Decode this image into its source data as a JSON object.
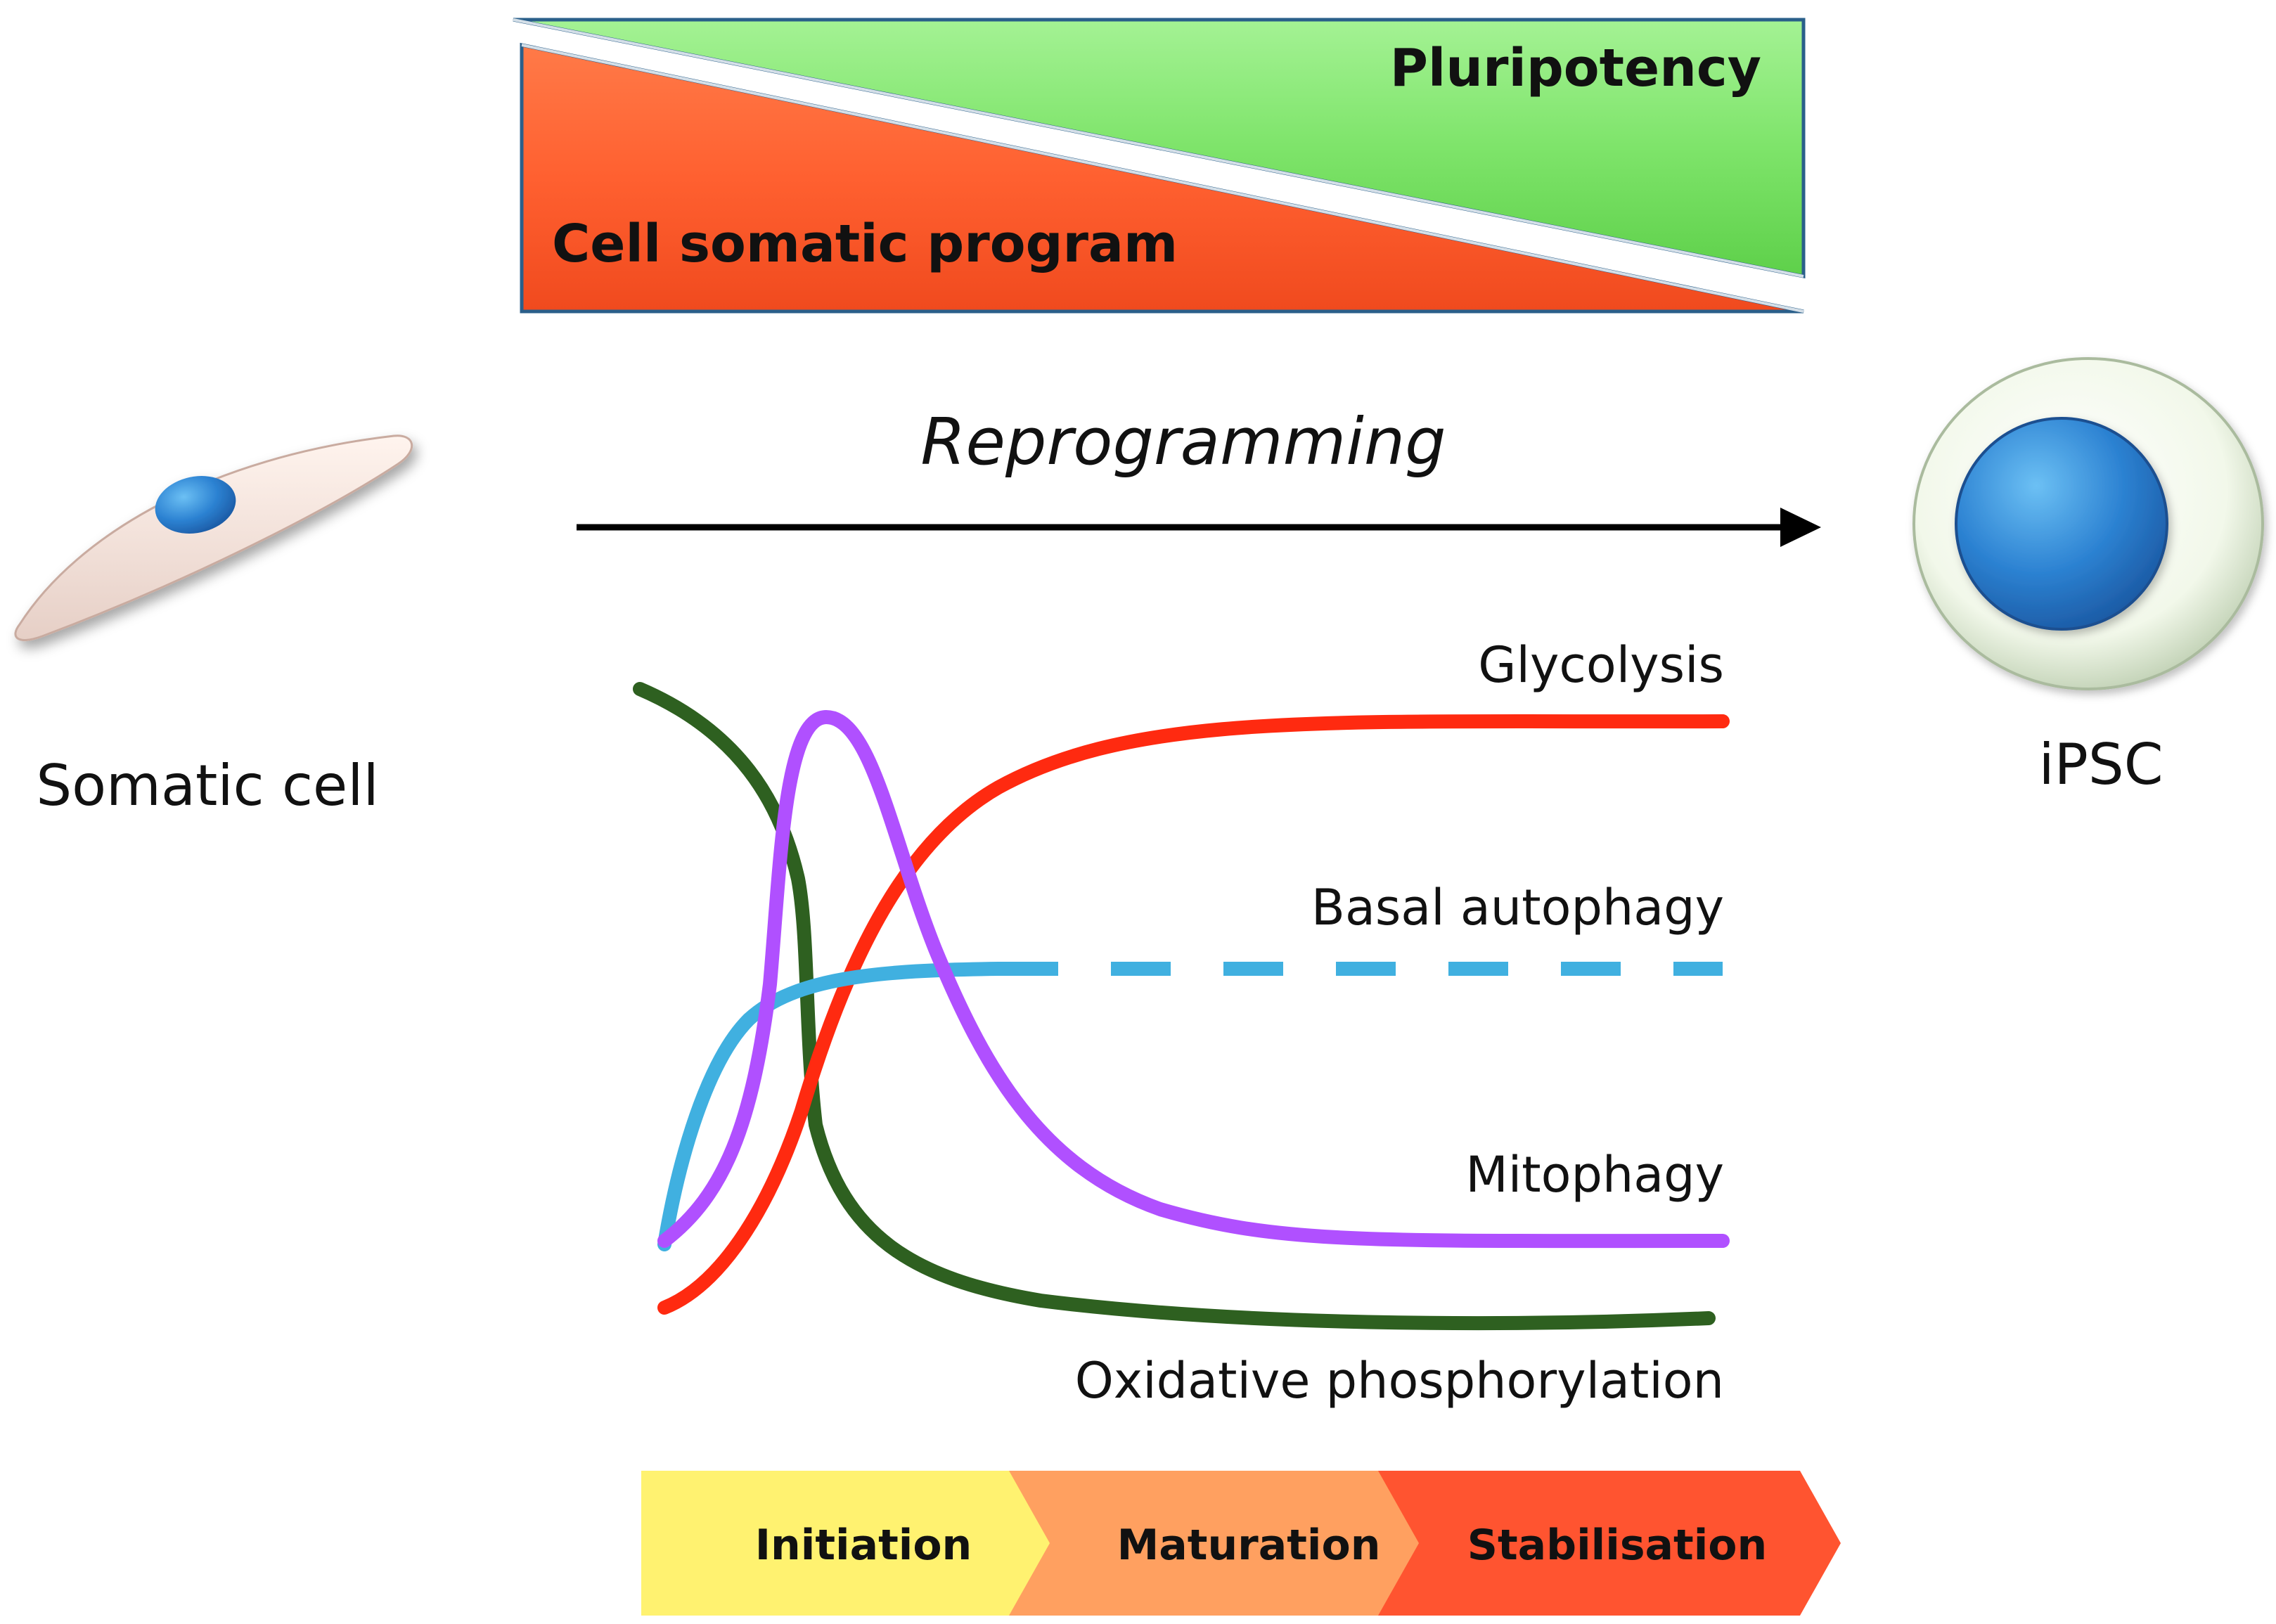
{
  "gradient": {
    "pluripotency": "Pluripotency",
    "somatic_program": "Cell somatic program"
  },
  "process": {
    "label": "Reprogramming"
  },
  "cells": {
    "somatic": "Somatic cell",
    "ipsc": "iPSC"
  },
  "curves": {
    "glycolysis": "Glycolysis",
    "basal_autophagy": "Basal autophagy",
    "mitophagy": "Mitophagy",
    "oxphos": "Oxidative phosphorylation"
  },
  "phases": [
    "Initiation",
    "Maturation",
    "Stabilisation"
  ],
  "colors": {
    "pluripotency": "#80e870",
    "somatic_program": "#ff6030",
    "glycolysis": "#ff2a10",
    "basal_autophagy": "#40b0e0",
    "mitophagy": "#b050ff",
    "oxphos": "#2e6020",
    "initiation": "#fff270",
    "maturation": "#ffa060",
    "stabilisation": "#ff5430",
    "nucleus": "#2878c8"
  }
}
